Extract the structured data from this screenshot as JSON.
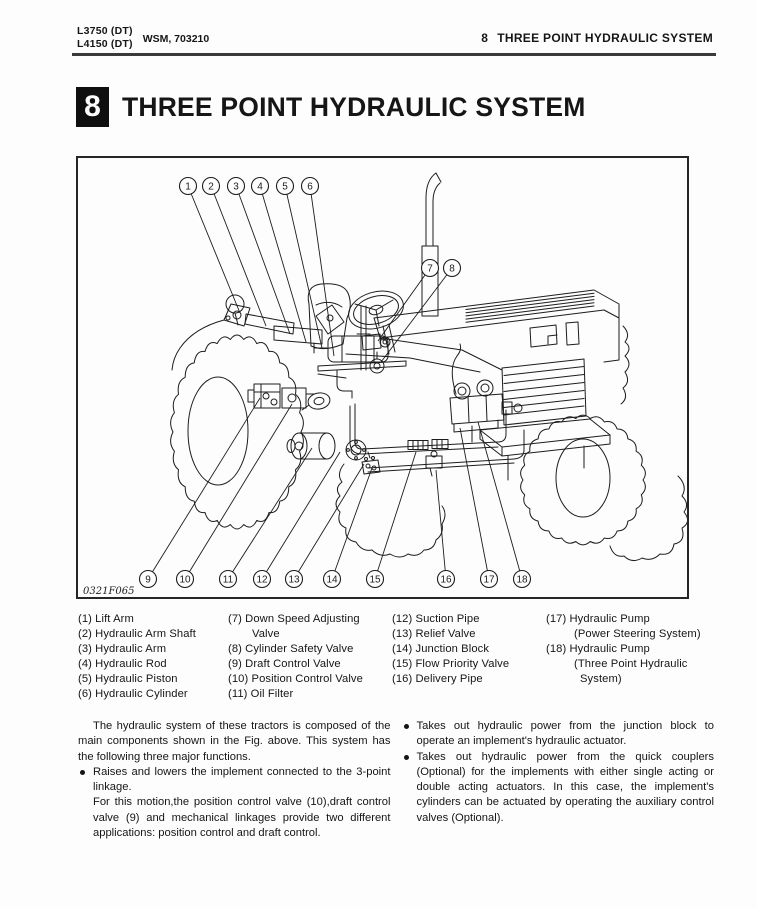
{
  "header": {
    "models": [
      "L3750 (DT)",
      "L4150 (DT)"
    ],
    "wsm": "WSM, 703210",
    "chapter_number": "8",
    "chapter_title": "THREE POINT HYDRAULIC SYSTEM"
  },
  "section": {
    "number": "8",
    "title": "THREE POINT HYDRAULIC SYSTEM"
  },
  "figure": {
    "code": "0321F065",
    "callouts": [
      "1",
      "2",
      "3",
      "4",
      "5",
      "6",
      "7",
      "8",
      "9",
      "10",
      "11",
      "12",
      "13",
      "14",
      "15",
      "16",
      "17",
      "18"
    ]
  },
  "legend": {
    "columns": [
      [
        {
          "num": "(1)",
          "label": "Lift Arm"
        },
        {
          "num": "(2)",
          "label": "Hydraulic Arm Shaft"
        },
        {
          "num": "(3)",
          "label": "Hydraulic Arm"
        },
        {
          "num": "(4)",
          "label": "Hydraulic Rod"
        },
        {
          "num": "(5)",
          "label": "Hydraulic Piston"
        },
        {
          "num": "(6)",
          "label": "Hydraulic Cylinder"
        }
      ],
      [
        {
          "num": "(7)",
          "label": "Down Speed Adjusting"
        },
        {
          "label": "Valve",
          "indent": 24
        },
        {
          "num": "(8)",
          "label": "Cylinder Safety Valve"
        },
        {
          "num": "(9)",
          "label": "Draft Control Valve"
        },
        {
          "num": "(10)",
          "label": "Position Control Valve"
        },
        {
          "num": "(11)",
          "label": "Oil Filter"
        }
      ],
      [
        {
          "num": "(12)",
          "label": "Suction Pipe"
        },
        {
          "num": "(13)",
          "label": "Relief Valve"
        },
        {
          "num": "(14)",
          "label": "Junction Block"
        },
        {
          "num": "(15)",
          "label": "Flow Priority Valve"
        },
        {
          "num": "(16)",
          "label": "Delivery Pipe"
        }
      ],
      [
        {
          "num": "(17)",
          "label": "Hydraulic Pump"
        },
        {
          "label": "(Power Steering System)",
          "indent": 28
        },
        {
          "num": "(18)",
          "label": "Hydraulic Pump"
        },
        {
          "label": "(Three Point Hydraulic",
          "indent": 28
        },
        {
          "label": "System)",
          "indent": 34
        }
      ]
    ]
  },
  "body": {
    "intro": "The hydraulic system of these tractors is composed of the main components shown in the Fig. above. This system has the following three major functions.",
    "left_bullet": "Raises and lowers the implement connected to the 3-point linkage.",
    "left_bullet_cont": "For this motion,the position control valve (10),draft control valve (9) and mechanical linkages provide two different applications: position control and draft control.",
    "right_bullets": [
      "Takes out hydraulic power from the junction block to operate an implement's hydraulic actuator.",
      "Takes out hydraulic power from the quick couplers (Optional) for the implements with either single acting or double acting actuators. In this case, the implement's cylinders can be actuated by operating the auxiliary control valves (Optional)."
    ]
  }
}
